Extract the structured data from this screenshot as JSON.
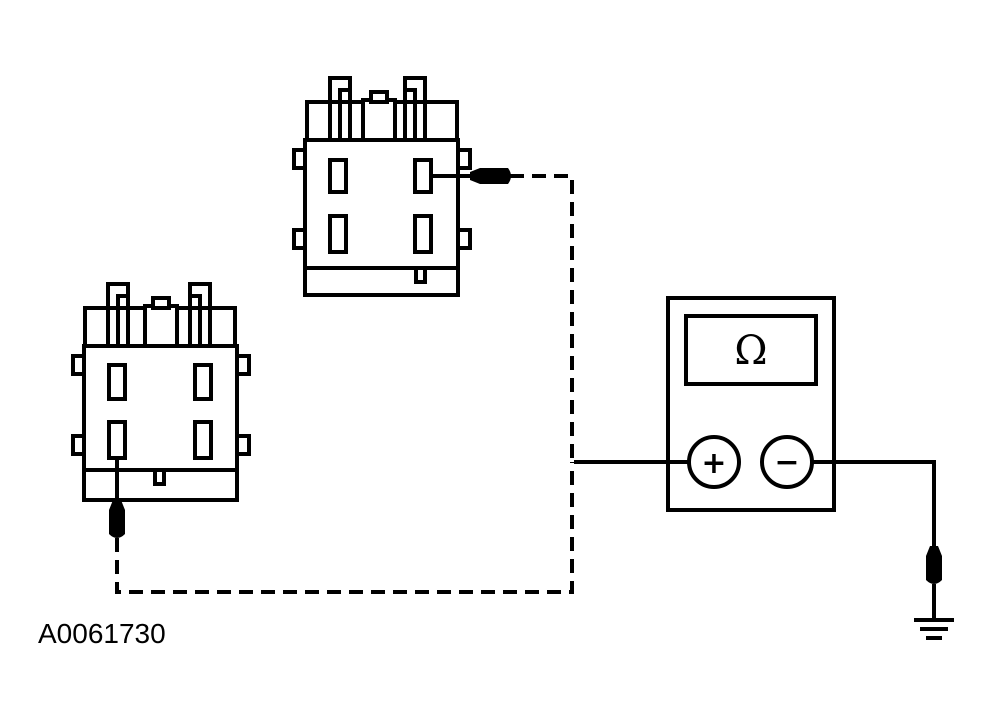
{
  "figure": {
    "id_label": "A0061730"
  },
  "meter": {
    "display_symbol": "Ω",
    "positive_terminal": "+",
    "negative_terminal": "−"
  },
  "colors": {
    "line": "#000000",
    "background": "#ffffff"
  },
  "icons": [
    "connector",
    "multimeter",
    "test-lead-probe",
    "ground-symbol"
  ]
}
